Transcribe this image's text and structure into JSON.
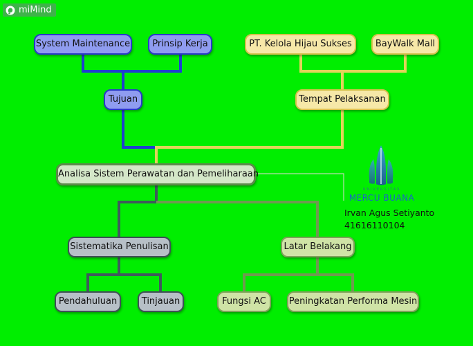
{
  "brand": {
    "name": "miMind",
    "icon": "mimind-logo-icon",
    "color": "#3fb24a"
  },
  "mindmap": {
    "root": "Analisa Sistem Perawatan dan Pemeliharaan",
    "tujuan": "Tujuan",
    "system_maintenance": "System Maintenance",
    "prinsip_kerja": "Prinsip Kerja",
    "tempat_pelaksanan": "Tempat Pelaksanan",
    "pt_kelola": "PT. Kelola Hijau Sukses",
    "baywalk": "BayWalk Mall",
    "sistematika": "Sistematika Penulisan",
    "pendahuluan": "Pendahuluan",
    "tinjauan": "Tinjauan",
    "latar_belakang": "Latar Belakang",
    "fungsi_ac": "Fungsi AC",
    "peningkatan": "Peningkatan Performa Mesin"
  },
  "branch_colors": {
    "blue": "#2a39c8",
    "yellow": "#d7c24c",
    "gray": "#3f4f56",
    "green": "#7fa05a",
    "root_border": "#5e8a4c"
  },
  "university": {
    "small_caps": "UNIVERSITAS",
    "name": "MERCU BUANA",
    "logo": "mercu-buana-logo-icon"
  },
  "author": {
    "name": "Irvan Agus Setiyanto",
    "id": "41616110104"
  }
}
